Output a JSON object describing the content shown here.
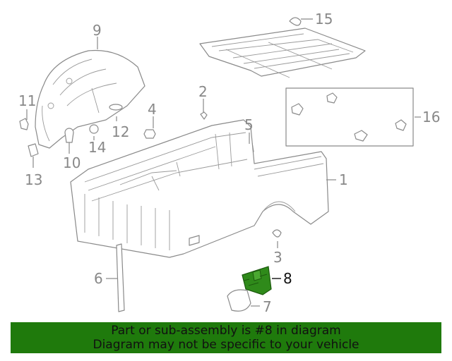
{
  "callouts": {
    "c1": "1",
    "c2": "2",
    "c3": "3",
    "c4": "4",
    "c5": "5",
    "c6": "6",
    "c7": "7",
    "c8": "8",
    "c9": "9",
    "c10": "10",
    "c11": "11",
    "c12": "12",
    "c13": "13",
    "c14": "14",
    "c15": "15",
    "c16": "16"
  },
  "highlight_part": "8",
  "colors": {
    "banner": "#1f7a0c",
    "highlight": "#2f8a1a",
    "line": "#8a8a8a"
  },
  "banner": {
    "line1": "Part or sub-assembly is #8 in diagram",
    "line2": "Diagram may not be specific to your vehicle"
  }
}
